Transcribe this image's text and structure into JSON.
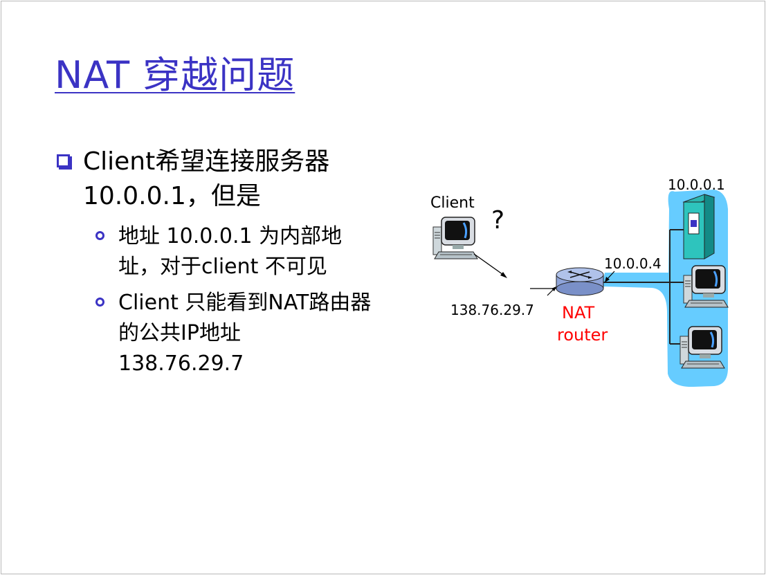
{
  "slide": {
    "title": "NAT 穿越问题",
    "bullet1": "Client希望连接服务器 10.0.0.1，但是",
    "sub1": "地址 10.0.0.1 为内部地址，对于client 不可见",
    "sub2": "Client 只能看到NAT路由器的公共IP地址 138.76.29.7"
  },
  "diagram": {
    "client_label": "Client",
    "question_mark": "?",
    "public_ip": "138.76.29.7",
    "router_label_line1": "NAT",
    "router_label_line2": "router",
    "router_internal_ip": "10.0.0.4",
    "server_ip": "10.0.0.1",
    "colors": {
      "lan": "#66ccff",
      "title": "#3b33c4",
      "router_label": "#ff0000",
      "router": "#8fa4d8"
    }
  }
}
